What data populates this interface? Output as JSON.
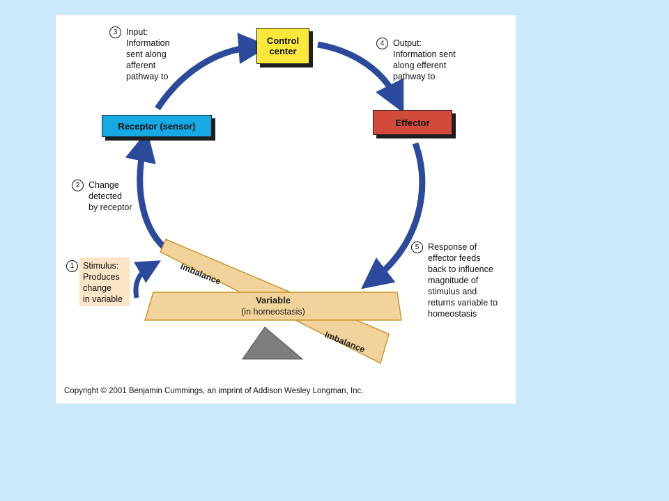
{
  "boxes": {
    "control_center": "Control\ncenter",
    "receptor": "Receptor (sensor)",
    "effector": "Effector"
  },
  "steps": [
    {
      "num": "3",
      "text": "Input:\nInformation\nsent along\nafferent\npathway to"
    },
    {
      "num": "4",
      "text": "Output:\nInformation sent\nalong efferent\npathway to"
    },
    {
      "num": "2",
      "text": "Change\ndetected\nby receptor"
    },
    {
      "num": "1",
      "text": "Stimulus:\nProduces\nchange\nin variable"
    },
    {
      "num": "5",
      "text": "Response of\neffector feeds\nback to influence\nmagnitude of\nstimulus and\nreturns variable to\nhomeostasis"
    }
  ],
  "balance": {
    "imbalance_left": "Imbalance",
    "imbalance_right": "Imbalance",
    "variable_title": "Variable",
    "variable_sub": "(in homeostasis)"
  },
  "copyright": "Copyright © 2001 Benjamin Cummings, an imprint of Addison Wesley Longman, Inc.",
  "colors": {
    "background": "#cdeafc",
    "arrow": "#2b4a9c",
    "control_center": "#fbe83a",
    "receptor": "#16a9e3",
    "effector": "#d24a3c",
    "plank": "#f2d39b",
    "plank_border": "#c8962c",
    "fulcrum": "#7d7d7d",
    "stimulus_highlight": "#fbe5c6"
  }
}
